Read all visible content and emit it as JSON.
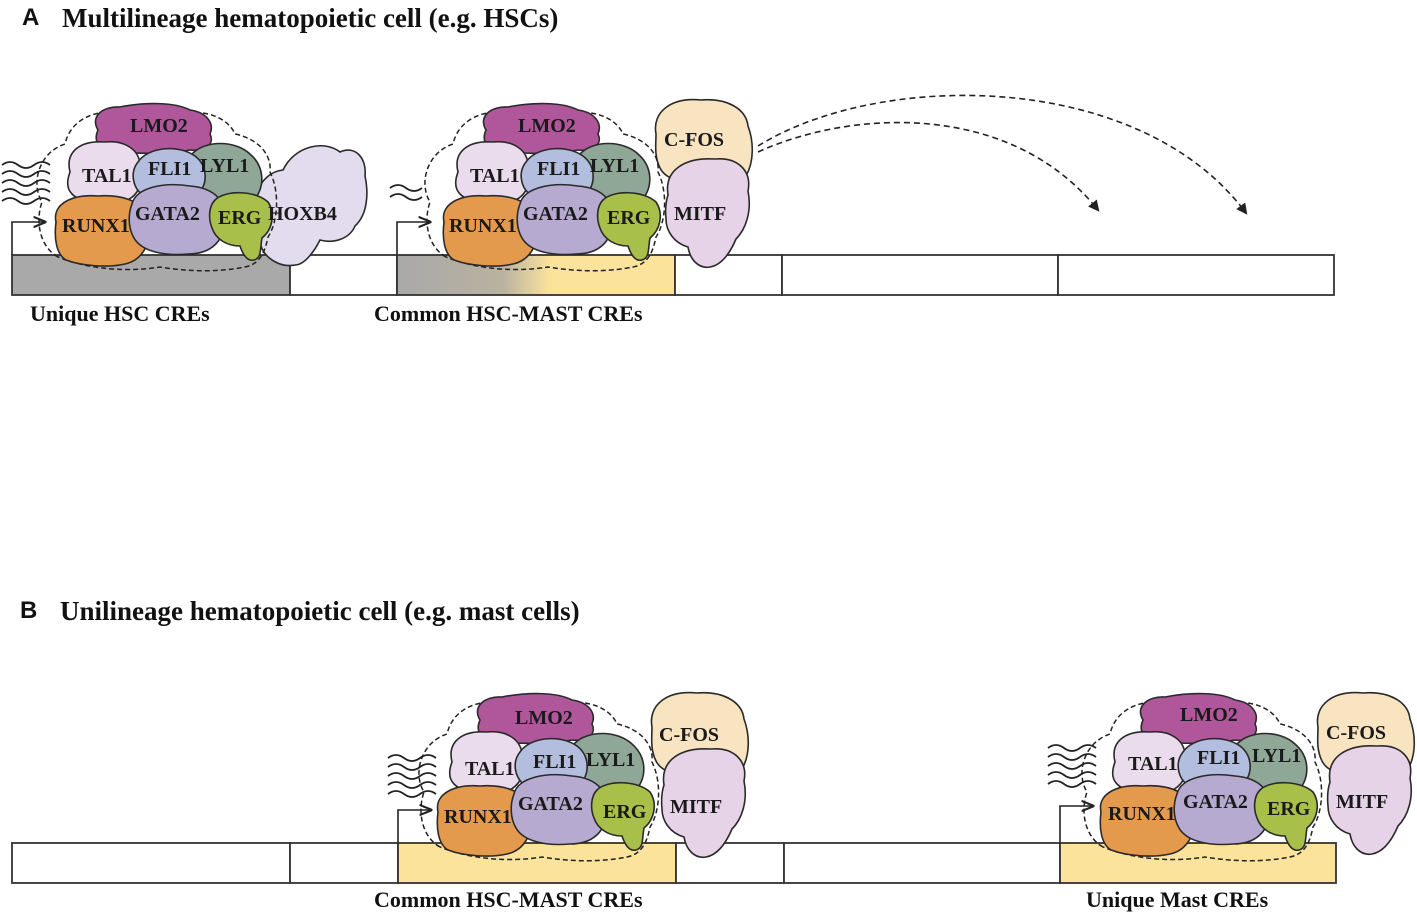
{
  "panels": {
    "a": {
      "letter": "A",
      "title": "Multilineage hematopoietic cell (e.g. HSCs)",
      "labels": {
        "unique": "Unique HSC CREs",
        "common": "Common HSC-MAST CREs"
      }
    },
    "b": {
      "letter": "B",
      "title": "Unilineage hematopoietic cell (e.g. mast cells)",
      "labels": {
        "common": "Common HSC-MAST CREs",
        "unique": "Unique Mast CREs"
      }
    }
  },
  "tf": {
    "lmo2": "LMO2",
    "tal1": "TAL1",
    "fli1": "FLI1",
    "lyl1": "LYL1",
    "runx1": "RUNX1",
    "gata2": "GATA2",
    "erg": "ERG",
    "hoxb4": "HOXB4",
    "cfos": "C-FOS",
    "mitf": "MITF"
  },
  "colors": {
    "lmo2": "#b0579b",
    "tal1": "#eadcec",
    "fli1": "#b3bede",
    "lyl1": "#8fa797",
    "runx1": "#e39a4c",
    "gata2": "#b7aad0",
    "erg": "#a8c04a",
    "hoxb4": "#e3dcee",
    "cfos": "#f8e4c1",
    "mitf": "#e7d3e8",
    "hsc_region": "#a9a9a9",
    "mast_region": "#fbe39c"
  }
}
